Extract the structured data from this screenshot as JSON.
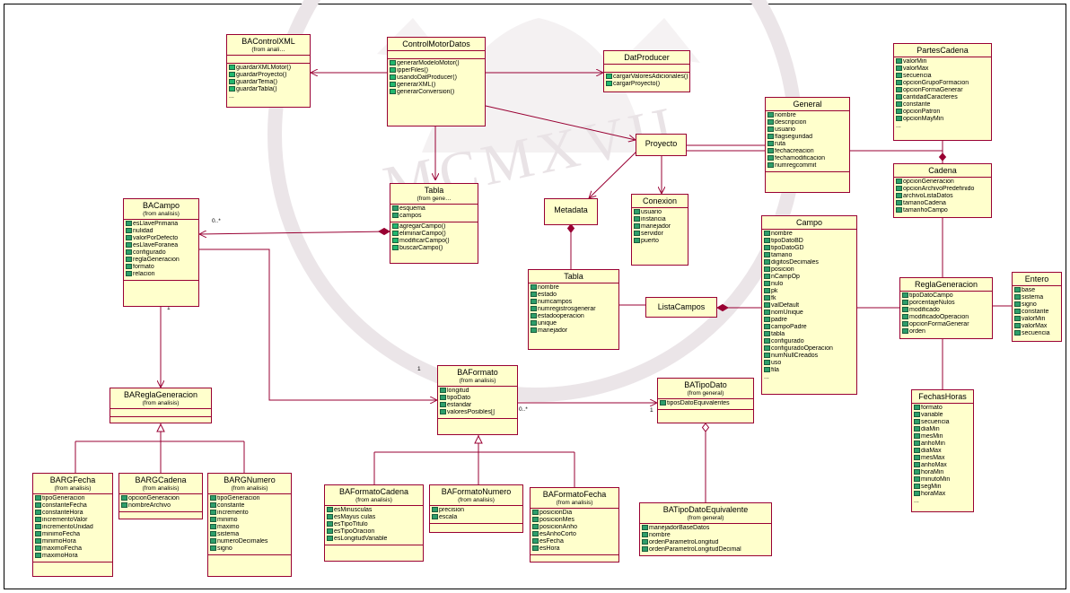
{
  "colors": {
    "class_fill": "#ffffcc",
    "class_border": "#990033",
    "line": "#990033",
    "icon": "#2e9e6a",
    "watermark": "#e6e0e4"
  },
  "watermark": {
    "text": "MCMXVII"
  },
  "classes": {
    "bacontrolxml": {
      "name": "BAControlXML",
      "pkg": "(from anali…",
      "attrs": [],
      "ops": [
        "guardarXMLMotor()",
        "guardarProyecto()",
        "guardarTema()",
        "guardarTabla()",
        "..."
      ]
    },
    "controlmotordatos": {
      "name": "ControlMotorDatos",
      "attrs": [],
      "ops": [
        "generarModeloMotor()",
        "ipperFiles()",
        "usandoDatProducer()",
        "generarXML()",
        "generarConversion()"
      ]
    },
    "datproducer": {
      "name": "DatProducer",
      "attrs": [],
      "ops": [
        "cargarValoresAdicionales()",
        "cargarProyecto()"
      ]
    },
    "partescadena": {
      "name": "PartesCadena",
      "attrs": [
        "valorMin",
        "valorMax",
        "secuencia",
        "opcionGrupoFormacion",
        "opcionFormaGenerar",
        "cantidadCaracteres",
        "constante",
        "opcionPatron",
        "opcionMayMin",
        "..."
      ]
    },
    "general": {
      "name": "General",
      "attrs": [
        "nombre",
        "descripcion",
        "usuario",
        "flagseguridad",
        "ruta",
        "fechacreacion",
        "fechamodificacion",
        "numregcommit"
      ]
    },
    "proyecto": {
      "name": "Proyecto"
    },
    "cadena": {
      "name": "Cadena",
      "attrs": [
        "opcionGeneracion",
        "opcionArchivoPredefinido",
        "archivoListaDatos",
        "tamanoCadena",
        "tamanhoCampo"
      ]
    },
    "tabla_top": {
      "name": "Tabla",
      "pkg": "(from gene…",
      "attrs": [
        "esquema",
        "campos"
      ],
      "ops": [
        "agregarCampo()",
        "eliminarCampo()",
        "modificarCampo()",
        "buscarCampo()"
      ]
    },
    "bacampo": {
      "name": "BACampo",
      "pkg": "(from analisis)",
      "attrs": [
        "esLlavePrimaria",
        "nulidad",
        "valorPorDefecto",
        "esLlaveForanea",
        "configurado",
        "reglaGeneracion",
        "formato",
        "relacion"
      ]
    },
    "metadata": {
      "name": "Metadata"
    },
    "conexion": {
      "name": "Conexion",
      "attrs": [
        "usuario",
        "instancia",
        "manejador",
        "servidor",
        "puerto"
      ]
    },
    "campo": {
      "name": "Campo",
      "attrs": [
        "nombre",
        "tipoDatoBD",
        "tipoDatoGD",
        "tamano",
        "digitosDecimales",
        "posicion",
        "nCampOp",
        "nulo",
        "pk",
        "fk",
        "valDefault",
        "nomUnique",
        "padre",
        "campoPadre",
        "tabla",
        "configurado",
        "configuradoOperacion",
        "numNullCreados",
        "uso",
        "fila",
        "..."
      ]
    },
    "tabla_mid": {
      "name": "Tabla",
      "attrs": [
        "nombre",
        "estado",
        "numcampos",
        "numregistrosgenerar",
        "estadooperacion",
        "unique",
        "manejador"
      ]
    },
    "listacampos": {
      "name": "ListaCampos"
    },
    "reglageneracion": {
      "name": "ReglaGeneracion",
      "attrs": [
        "tipoDatoCampo",
        "porcentajeNulos",
        "modificado",
        "modificadoOperacion",
        "opcionFormaGenerar",
        "orden"
      ]
    },
    "entero": {
      "name": "Entero",
      "attrs": [
        "base",
        "sistema",
        "signo",
        "constante",
        "valorMin",
        "valorMax",
        "secuencia"
      ]
    },
    "baformato": {
      "name": "BAFormato",
      "pkg": "(from analisis)",
      "attrs": [
        "longitud",
        "tipoDato",
        "estandar",
        "valoresPosibles[]"
      ]
    },
    "batipodato": {
      "name": "BATipoDato",
      "pkg": "(from general)",
      "attrs": [
        "tiposDatoEquivalentes"
      ]
    },
    "bareglageneracion": {
      "name": "BAReglaGeneracion",
      "pkg": "(from analisis)",
      "attrs": []
    },
    "fechashoras": {
      "name": "FechasHoras",
      "attrs": [
        "formato",
        "variable",
        "secuencia",
        "diaMin",
        "mesMin",
        "anhoMin",
        "diaMax",
        "mesMax",
        "anhoMax",
        "horaMin",
        "minutoMin",
        "segMin",
        "horaMax",
        "..."
      ]
    },
    "bargfecha": {
      "name": "BARGFecha",
      "pkg": "(from analisis)",
      "attrs": [
        "tipoGeneracion",
        "constanteFecha",
        "constanteHora",
        "incrementoValor",
        "incrementoUnidad",
        "minimoFecha",
        "minimoHora",
        "maximoFecha",
        "maximoHora"
      ]
    },
    "bargcadena": {
      "name": "BARGCadena",
      "pkg": "(from analisis)",
      "attrs": [
        "opcionGeneracion",
        "nombreArchivo"
      ]
    },
    "bargnumero": {
      "name": "BARGNumero",
      "pkg": "(from analisis)",
      "attrs": [
        "tipoGeneracion",
        "constante",
        "incremento",
        "minimo",
        "maximo",
        "sistema",
        "numeroDecimales",
        "signo"
      ]
    },
    "baformatocadena": {
      "name": "BAFormatoCadena",
      "pkg": "(from analisis)",
      "attrs": [
        "esMinusculas",
        "esMayus culas",
        "esTipoTitulo",
        "esTipoOracion",
        "esLongitudVariable"
      ]
    },
    "baformatonumero": {
      "name": "BAFormatoNumero",
      "pkg": "(from analisis)",
      "attrs": [
        "precision",
        "escala"
      ]
    },
    "baformatofecha": {
      "name": "BAFormatoFecha",
      "pkg": "(from analisis)",
      "attrs": [
        "posicionDia",
        "posicionMes",
        "posicionAnho",
        "esAnhoCorto",
        "esFecha",
        "esHora"
      ]
    },
    "batipodatoequivalente": {
      "name": "BATipoDatoEquivalente",
      "pkg": "(from general)",
      "attrs": [
        "manejadorBaseDatos",
        "nombre",
        "ordenParametroLongitud",
        "ordenParametroLongitudDecimal"
      ]
    }
  },
  "multiplicities": {
    "bacampo_tabla": "0..*",
    "bacampo_regla": "1",
    "baformato_one": "1",
    "baformato_many": "0..*",
    "batipodato_one": "1"
  }
}
